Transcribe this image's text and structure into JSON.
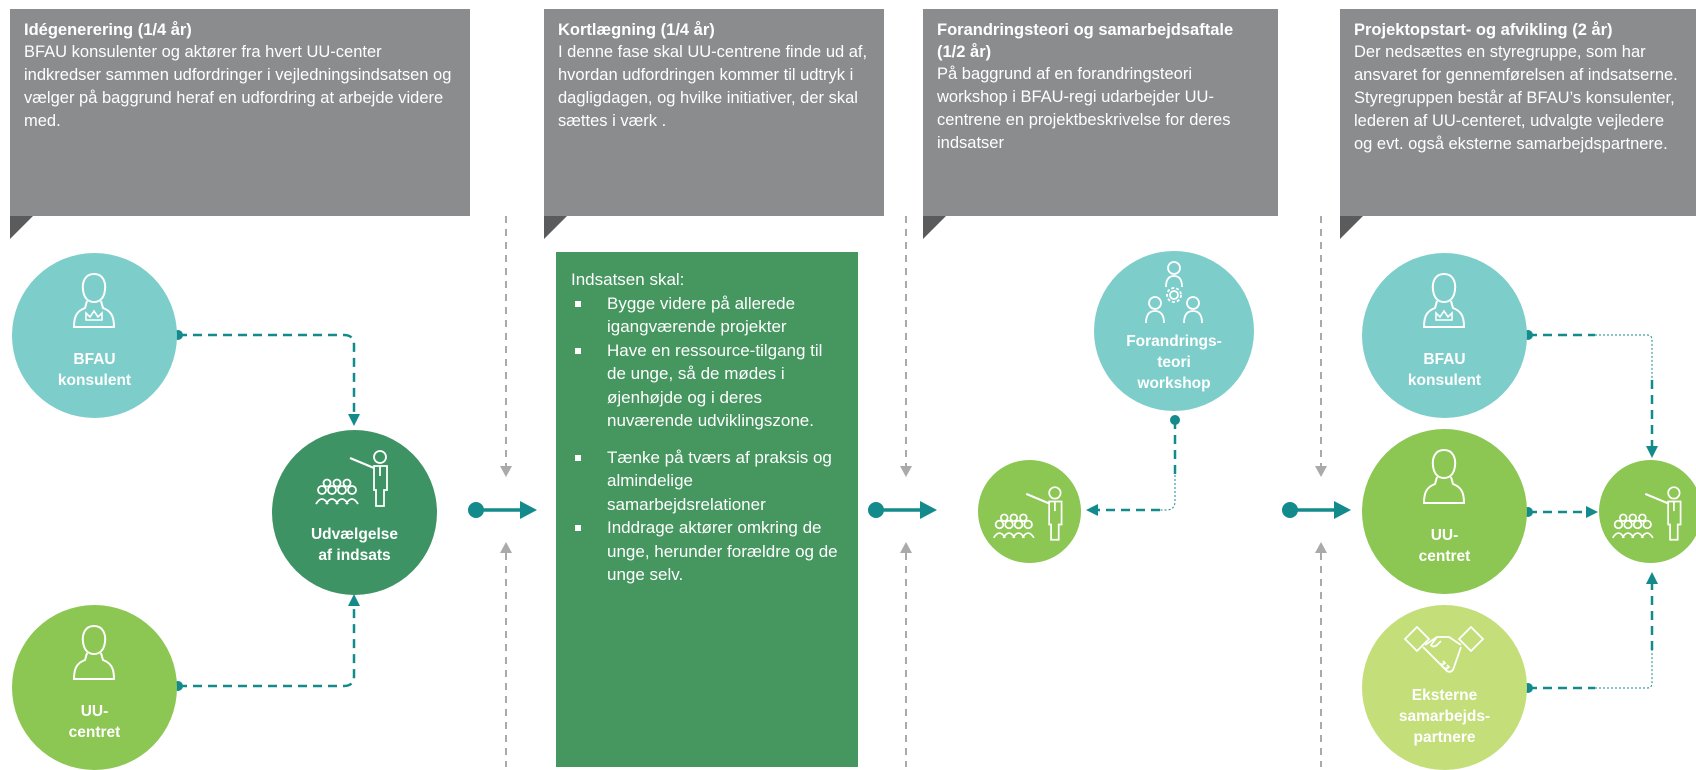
{
  "phases": [
    {
      "title": "Idégenerering  (1/4 år)",
      "text": "BFAU konsulenter og aktører fra hvert UU-center indkredser sammen udfordringer i vejledningsindsatsen og vælger på baggrund heraf en udfordring at arbejde videre med."
    },
    {
      "title": "Kortlægning (1/4 år)",
      "text": "I denne fase skal UU-centrene finde ud af, hvordan udfordringen kommer til udtryk i dagligdagen, og hvilke initiativer, der skal sættes i værk ."
    },
    {
      "title": "Forandringsteori og samarbejdsaftale (1/2 år)",
      "text": "På baggrund af en forandringsteori workshop i BFAU-regi udarbejder UU-centrene en projektbeskrivelse for deres indsatser"
    },
    {
      "title": "Projektopstart- og afvikling (2 år)",
      "text": "Der nedsættes en styregruppe, som har ansvaret for gennemførelsen af indsatserne. Styregruppen består af BFAU’s konsulenter, lederen af UU-centeret, udvalgte vejledere og evt. også eksterne samarbejdspartnere."
    }
  ],
  "nodes": {
    "bfau1": "BFAU\nkonsulent",
    "uu1": "UU-\ncentret",
    "udvaelgelse": "Udvælgelse\naf indsats",
    "workshop": "Forandrings-\nteori\nworkshop",
    "bfau2": "BFAU\nkonsulent",
    "uu2": "UU-\ncentret",
    "eksterne": "Eksterne\nsamarbejds-\npartnere"
  },
  "criteria": {
    "heading": "Indsatsen skal:",
    "items": [
      "Bygge videre på allerede igangværende projekter",
      "Have en ressource-tilgang til de unge, så de mødes i øjenhøjde og i deres nuværende udviklingszone.",
      "Tænke på tværs af praksis og almindelige samarbejdsrelationer",
      "Inddrage aktører omkring de unge, herunder forældre og de unge selv."
    ]
  },
  "colors": {
    "header_gray": "#8a8c8e",
    "teal": "#7dcdca",
    "light_green": "#8cc653",
    "dark_green": "#3d9363",
    "pale_green": "#c4de7a",
    "connector": "#138b8c"
  },
  "icons": [
    "person-crown-icon",
    "person-icon",
    "presenter-audience-icon",
    "team-gear-icon",
    "handshake-icon",
    "arrow-right-icon"
  ]
}
